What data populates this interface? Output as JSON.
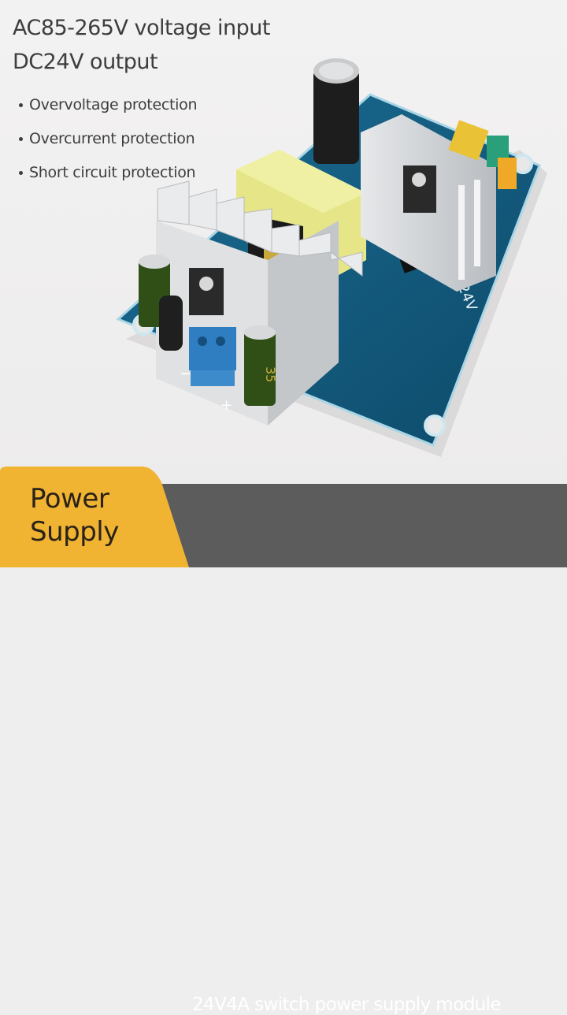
{
  "headline": {
    "line1": "AC85-265V voltage input",
    "line2": "DC24V output"
  },
  "features": [
    {
      "label": "Overvoltage protection"
    },
    {
      "label": "Overcurrent protection"
    },
    {
      "label": "Short circuit protection"
    }
  ],
  "board": {
    "silkscreen_label": "AC-DC24V",
    "capacitor_marking": "35",
    "terminal_minus": "−",
    "terminal_plus": "+"
  },
  "banner": {
    "badge_line1": "Power",
    "badge_line2": "Supply",
    "caption": "24V4A switch power supply module"
  },
  "colors": {
    "background": "#efeeee",
    "text": "#3d3d3d",
    "banner_dark": "#5d5c5c",
    "banner_yellow": "#f0b432",
    "pcb_blue": "#12567a",
    "heatsink": "#d6d8db",
    "transformer_yellow": "#e8e88a"
  }
}
